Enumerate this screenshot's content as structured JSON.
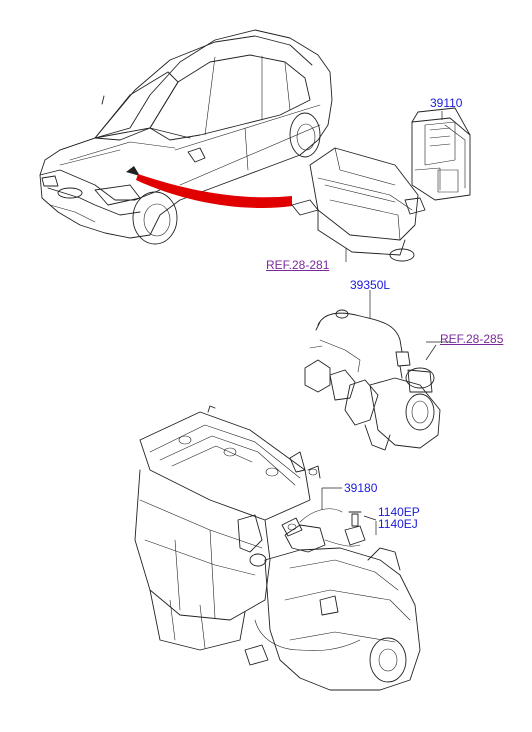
{
  "labels": {
    "ecu_part": "39110",
    "aircleaner_ref": "REF.28-281",
    "o2_sensor_part": "39350L",
    "turbo_ref": "REF.28-285",
    "knock_sensor_part": "39180",
    "bolt_part_a": "1140EP",
    "bolt_part_b": "1140EJ"
  },
  "colors": {
    "part_number": "#1a1adc",
    "reference_link": "#7a2a9a",
    "location_arrow": "#e00000",
    "line_art": "#222222"
  }
}
